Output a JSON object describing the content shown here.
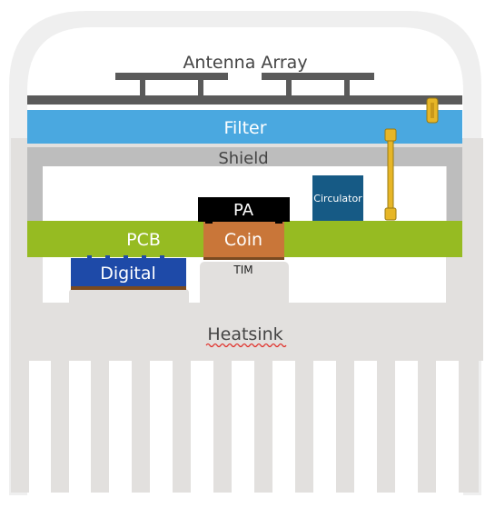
{
  "labels": {
    "antenna": "Antenna Array",
    "filter": "Filter",
    "shield": "Shield",
    "circulator": "Circulator",
    "pa": "PA",
    "pcb": "PCB",
    "coin": "Coin",
    "digital": "Digital",
    "tim": "TIM",
    "heatsink": "Heatsink"
  },
  "colors": {
    "radome": "#efefef",
    "heatsink": "#e2e0de",
    "antenna": "#5a5a5a",
    "filter": "#4aa8e0",
    "shield": "#bdbdbd",
    "pcb": "#96bb22",
    "coin": "#c97639",
    "pa": "#000000",
    "circulator": "#165a85",
    "digital": "#1e4aa8",
    "connector": "#e7b627",
    "spellcheck": "#e0302a"
  }
}
